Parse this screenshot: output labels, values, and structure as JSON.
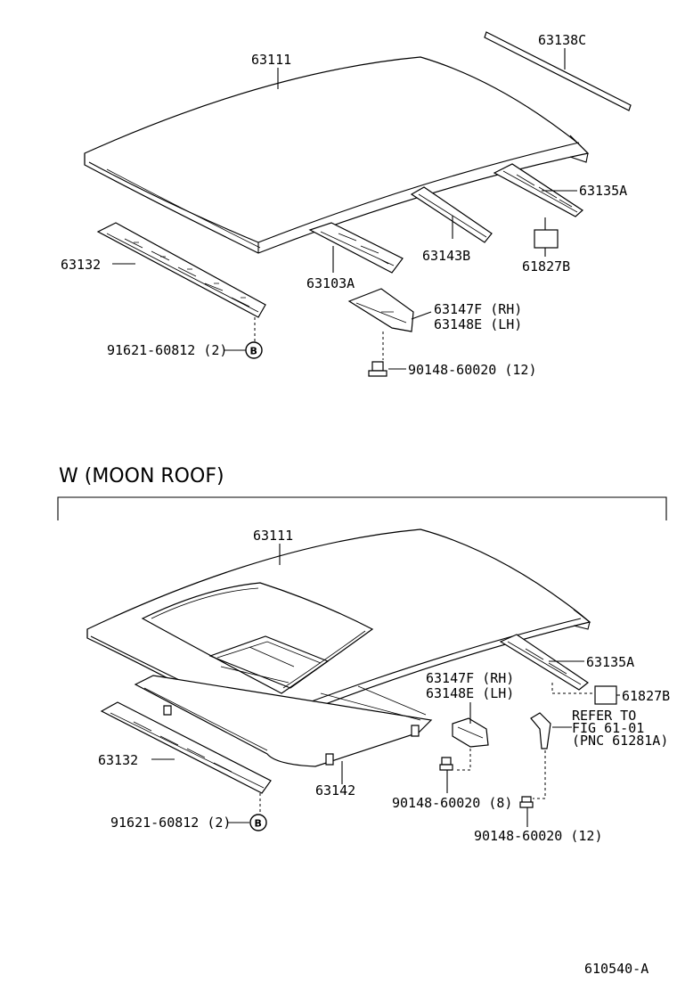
{
  "labels": {
    "top_roof_panel": "63111",
    "top_drip_molding": "63138C",
    "top_rear_rail": "63135A",
    "top_pad": "61827B",
    "top_front_rail": "63132",
    "top_center_rail_a": "63103A",
    "top_center_rail_b": "63143B",
    "top_bracket_rh": "63147F (RH)",
    "top_bracket_lh": "63148E (LH)",
    "top_front_screw": "91621-60812 (2)",
    "top_bolt": "90148-60020 (12)",
    "top_b_marker": "B",
    "section_title": "W (MOON  ROOF)",
    "bot_roof_panel": "63111",
    "bot_rear_rail": "63135A",
    "bot_pad": "61827B",
    "bot_bracket_rh": "63147F (RH)",
    "bot_bracket_lh": "63148E (LH)",
    "bot_refer_1": "REFER TO",
    "bot_refer_2": "FIG 61-01",
    "bot_refer_3": "(PNC 61281A)",
    "bot_front_rail": "63132",
    "bot_frame": "63142",
    "bot_bolt_8": "90148-60020 (8)",
    "bot_bolt_12": "90148-60020 (12)",
    "bot_front_screw": "91621-60812 (2)",
    "bot_b_marker": "B",
    "figure_code": "610540-A"
  }
}
